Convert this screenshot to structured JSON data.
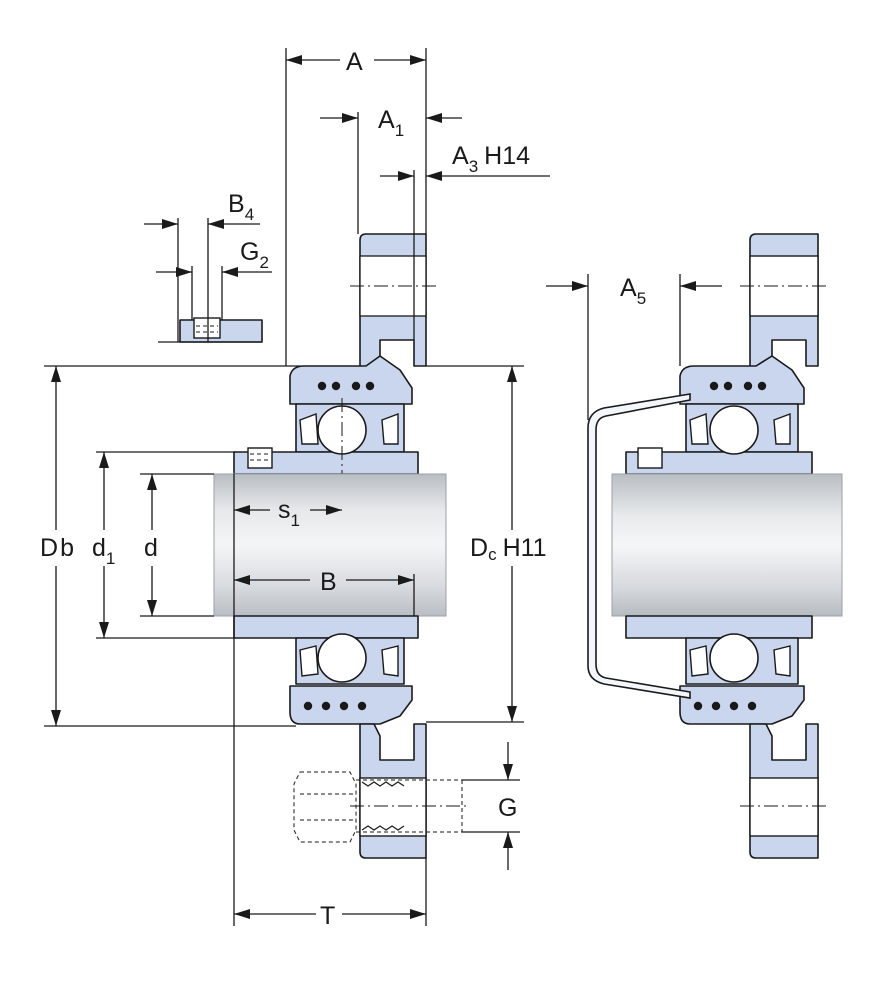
{
  "colors": {
    "part_fill": "#c9d6ee",
    "shaft_light": "#f4f5f6",
    "shaft_dark": "#b9bec4"
  },
  "labels": {
    "A": "A",
    "A1_base": "A",
    "A1_sub": "1",
    "A3_base": "A",
    "A3_sub": "3",
    "A3_suffix": "H14",
    "B4_base": "B",
    "B4_sub": "4",
    "G2_base": "G",
    "G2_sub": "2",
    "Db_base": "D",
    "Db_sub": "b",
    "d1_base": "d",
    "d1_sub": "1",
    "d": "d",
    "s1_base": "s",
    "s1_sub": "1",
    "B": "B",
    "Dc_base": "D",
    "Dc_sub": "c",
    "Dc_suffix": "H11",
    "G": "G",
    "T": "T",
    "A5_base": "A",
    "A5_sub": "5"
  }
}
